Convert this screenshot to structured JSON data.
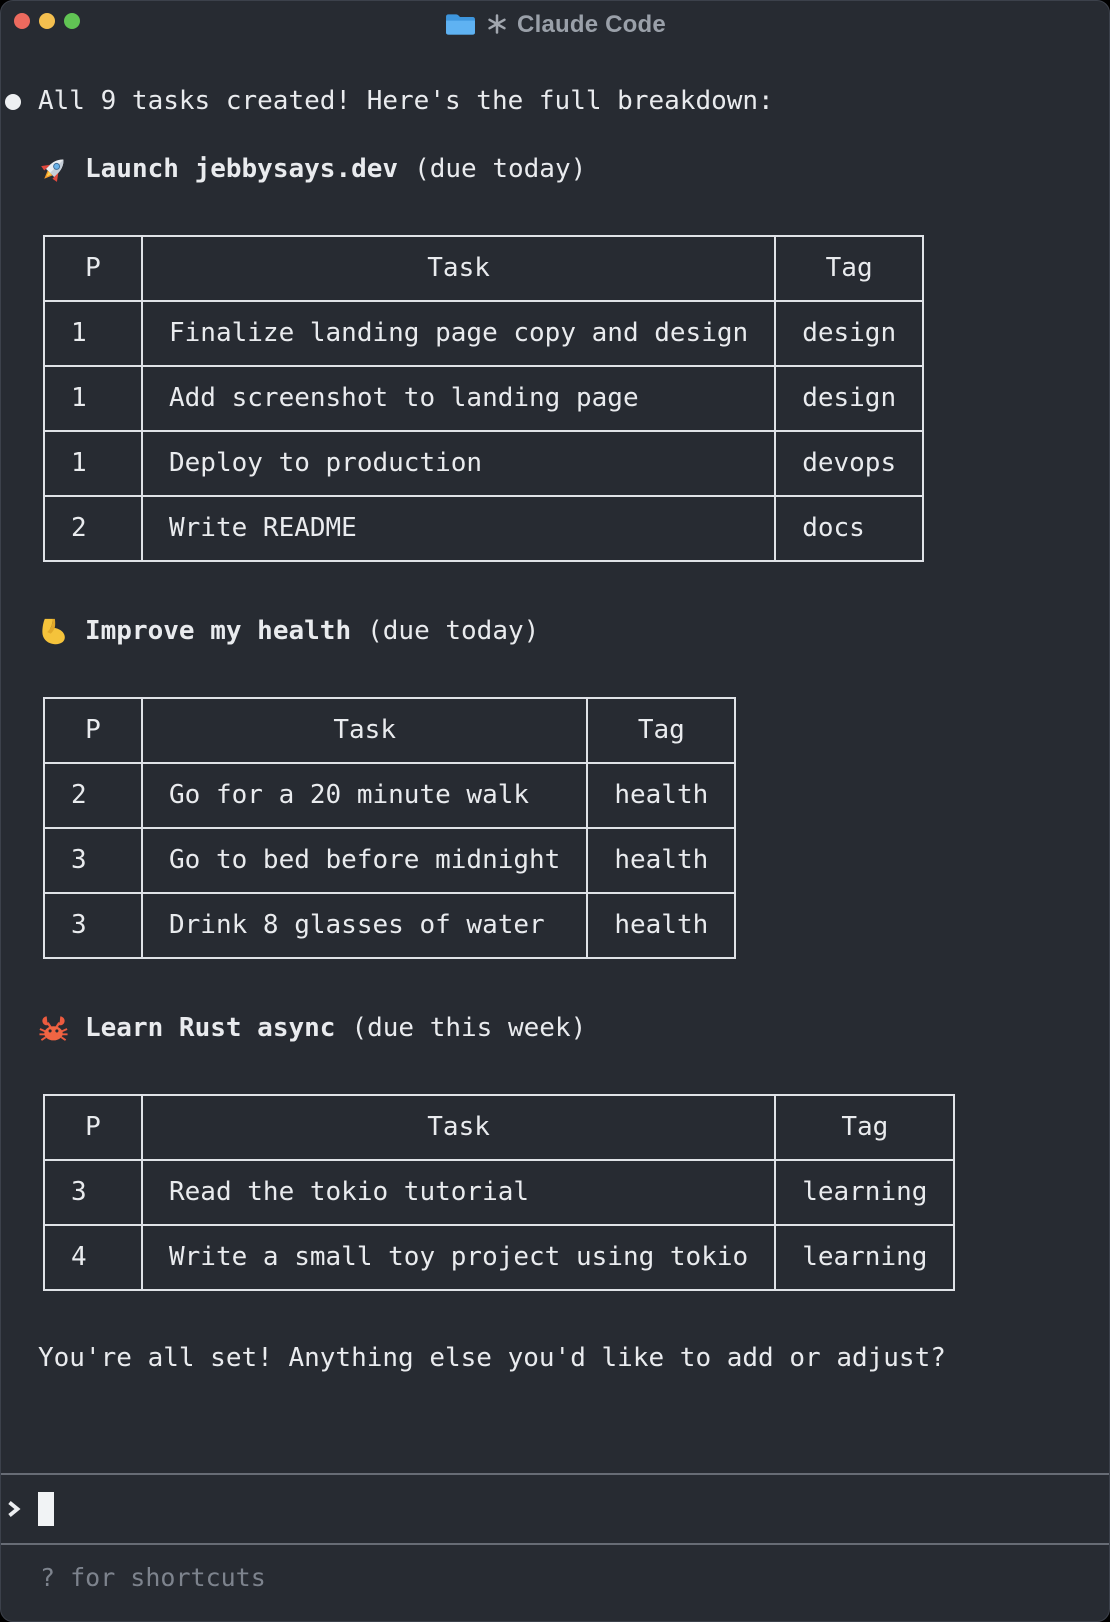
{
  "titlebar": {
    "title": "Claude Code",
    "asterisk_glyph": "✳",
    "folder_icon": "folder-icon",
    "traffic_lights": [
      {
        "name": "close",
        "color": "#ec6a5e"
      },
      {
        "name": "minimize",
        "color": "#f4bf4f"
      },
      {
        "name": "zoom",
        "color": "#61c454"
      }
    ]
  },
  "message": {
    "bullet_glyph": "●",
    "text": "All 9 tasks created! Here's the full breakdown:"
  },
  "sections": [
    {
      "icon": "rocket-icon",
      "title": "Launch jebbysays.dev",
      "due": "(due today)",
      "table": {
        "headers": [
          "P",
          "Task",
          "Tag"
        ],
        "rows": [
          [
            "1",
            "Finalize landing page copy and design",
            "design"
          ],
          [
            "1",
            "Add screenshot to landing page",
            "design"
          ],
          [
            "1",
            "Deploy to production",
            "devops"
          ],
          [
            "2",
            "Write README",
            "docs"
          ]
        ]
      }
    },
    {
      "icon": "biceps-icon",
      "title": "Improve my health",
      "due": "(due today)",
      "table": {
        "headers": [
          "P",
          "Task",
          "Tag"
        ],
        "rows": [
          [
            "2",
            "Go for a 20 minute walk",
            "health"
          ],
          [
            "3",
            "Go to bed before midnight",
            "health"
          ],
          [
            "3",
            "Drink 8 glasses of water",
            "health"
          ]
        ]
      }
    },
    {
      "icon": "crab-icon",
      "title": "Learn Rust async",
      "due": "(due this week)",
      "table": {
        "headers": [
          "P",
          "Task",
          "Tag"
        ],
        "rows": [
          [
            "3",
            "Read the tokio tutorial",
            "learning"
          ],
          [
            "4",
            "Write a small toy project using tokio",
            "learning"
          ]
        ]
      }
    }
  ],
  "closing_message": "You're all set! Anything else you'd like to add or adjust?",
  "prompt": {
    "chevron_glyph": "❯",
    "cursor_glyph": "█",
    "value": ""
  },
  "footer": {
    "hint": "? for shortcuts"
  },
  "colors": {
    "background": "#272b32",
    "text": "#e9ebee",
    "muted_text": "#7d838d",
    "table_border": "#dfe2e7",
    "input_divider": "#676c75",
    "titlebar_text": "#9aa0a9",
    "traffic_red": "#ec6a5e",
    "traffic_yellow": "#f4bf4f",
    "traffic_green": "#61c454",
    "folder_blue": "#5fb2f2"
  }
}
